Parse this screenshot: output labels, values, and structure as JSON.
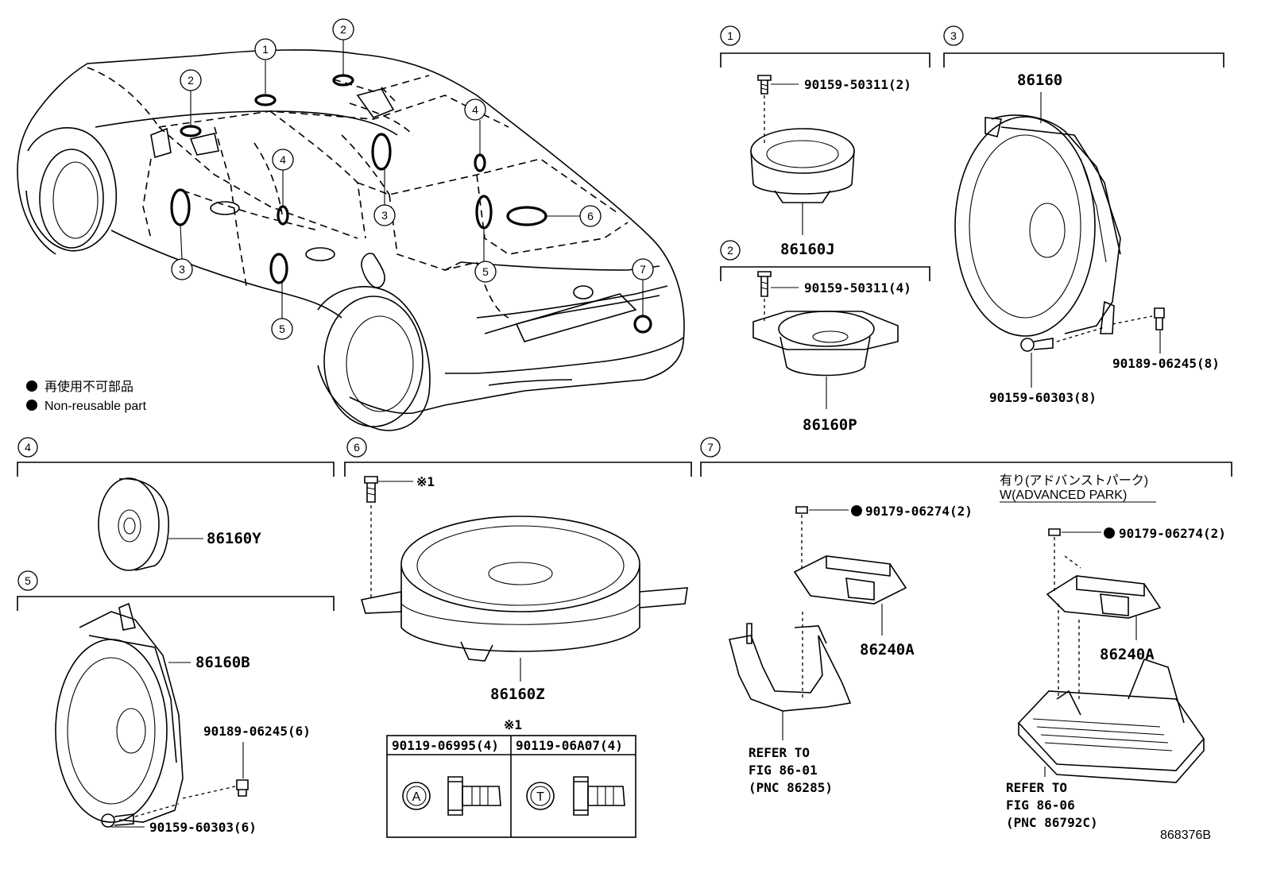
{
  "callout_numbers": [
    "1",
    "2",
    "3",
    "4",
    "5",
    "6",
    "7"
  ],
  "legend": {
    "jp": "再使用不可部品",
    "en": "Non-reusable part"
  },
  "parts": {
    "p86160J": "86160J",
    "p86160P": "86160P",
    "p86160": "86160",
    "p86160Y": "86160Y",
    "p86160B": "86160B",
    "p86160Z": "86160Z",
    "p86240A_1": "86240A",
    "p86240A_2": "86240A"
  },
  "fasteners": {
    "g1_screw": "90159-50311(2)",
    "g2_screw": "90159-50311(4)",
    "g3_clip": "90189-06245(8)",
    "g3_screw": "90159-60303(8)",
    "g5_clip": "90189-06245(6)",
    "g5_screw": "90159-60303(6)",
    "g6_bolt": "※1",
    "g7_nut1": "90179-06274(2)",
    "g7_nut2": "90179-06274(2)"
  },
  "bolt_table": {
    "title": "※1",
    "col1": "90119-06995(4)",
    "col2": "90119-06A07(4)",
    "mark1": "A",
    "mark2": "T"
  },
  "advanced_park": {
    "jp": "有り(アドバンストパーク)",
    "en": "W(ADVANCED PARK)"
  },
  "refer1": [
    "REFER TO",
    "FIG 86-01",
    "(PNC 86285)"
  ],
  "refer2": [
    "REFER TO",
    "FIG 86-06",
    "(PNC 86792C)"
  ],
  "diagram_id": "868376B"
}
